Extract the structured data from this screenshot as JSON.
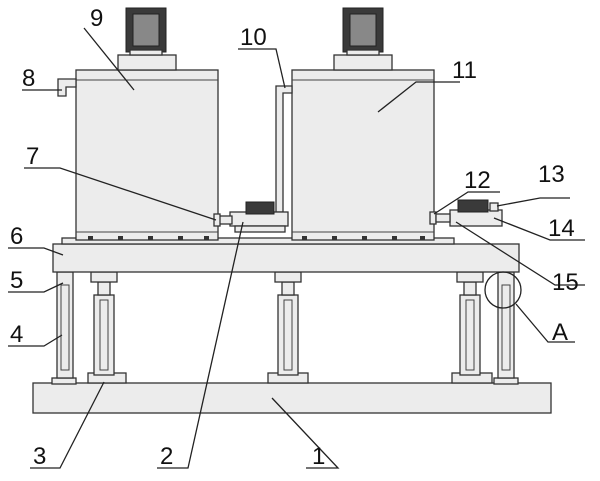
{
  "labels": {
    "l1": "1",
    "l2": "2",
    "l3": "3",
    "l4": "4",
    "l5": "5",
    "l6": "6",
    "l7": "7",
    "l8": "8",
    "l9": "9",
    "l10": "10",
    "l11": "11",
    "l12": "12",
    "l13": "13",
    "l14": "14",
    "l15": "15",
    "lA": "A"
  }
}
